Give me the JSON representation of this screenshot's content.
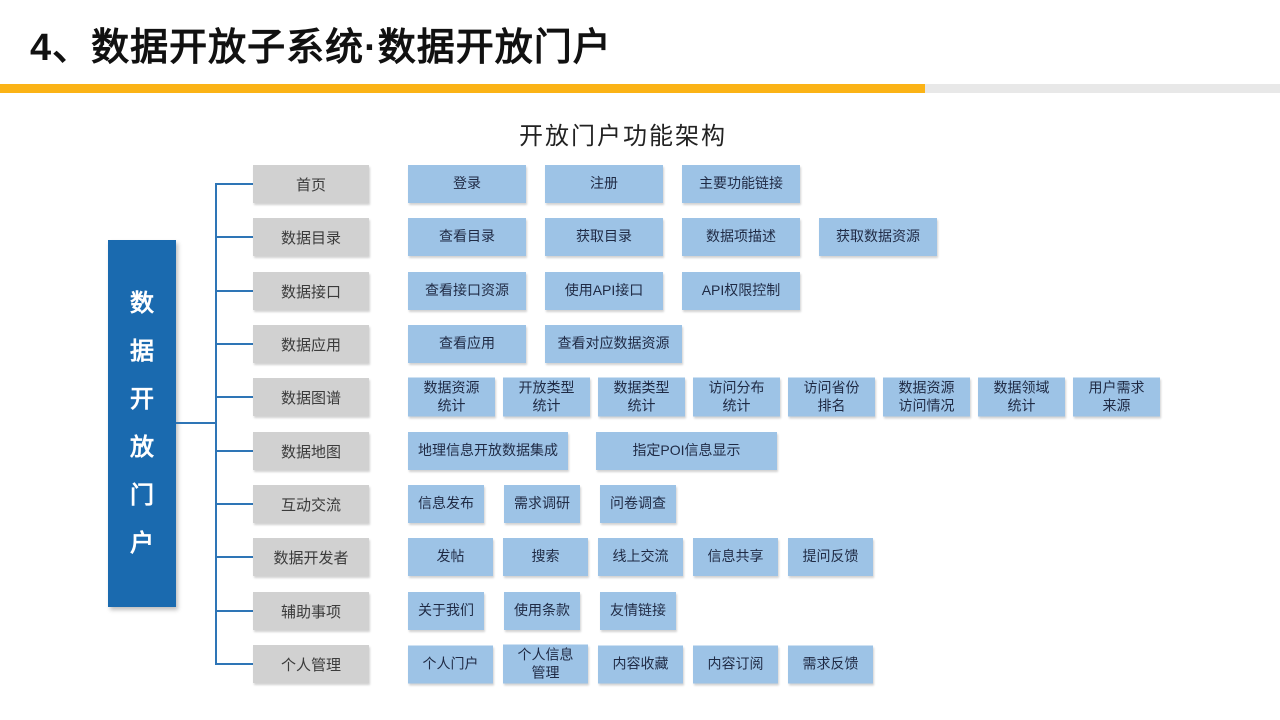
{
  "header": {
    "number": "4、",
    "title": "数据开放子系统·数据开放门户"
  },
  "accent": {
    "yellow_hex": "#FBB316",
    "gray_hex": "#E8E8E8"
  },
  "diagram": {
    "title": "开放门户功能架构",
    "root": "数据开放门户",
    "colors": {
      "root_bg": "#1A6AAF",
      "root_text": "#FFFFFF",
      "category_bg": "#D1D1D1",
      "category_text": "#3B3B3B",
      "child_bg": "#9DC3E6",
      "child_text": "#1F2A44",
      "line": "#2E75B6"
    },
    "rows": [
      {
        "category": "首页",
        "gap": 19,
        "children": [
          {
            "label": "登录",
            "w": 118
          },
          {
            "label": "注册",
            "w": 118
          },
          {
            "label": "主要功能链接",
            "w": 118
          }
        ]
      },
      {
        "category": "数据目录",
        "gap": 19,
        "children": [
          {
            "label": "查看目录",
            "w": 118
          },
          {
            "label": "获取目录",
            "w": 118
          },
          {
            "label": "数据项描述",
            "w": 118
          },
          {
            "label": "获取数据资源",
            "w": 118
          }
        ]
      },
      {
        "category": "数据接口",
        "gap": 19,
        "children": [
          {
            "label": "查看接口资源",
            "w": 118
          },
          {
            "label": "使用API接口",
            "w": 118
          },
          {
            "label": "API权限控制",
            "w": 118
          }
        ]
      },
      {
        "category": "数据应用",
        "gap": 19,
        "children": [
          {
            "label": "查看应用",
            "w": 118
          },
          {
            "label": "查看对应数据资源",
            "w": 137
          }
        ]
      },
      {
        "category": "数据图谱",
        "gap": 8,
        "children": [
          {
            "label": "数据资源\n统计",
            "w": 87
          },
          {
            "label": "开放类型\n统计",
            "w": 87
          },
          {
            "label": "数据类型\n统计",
            "w": 87
          },
          {
            "label": "访问分布\n统计",
            "w": 87
          },
          {
            "label": "访问省份\n排名",
            "w": 87
          },
          {
            "label": "数据资源\n访问情况",
            "w": 87
          },
          {
            "label": "数据领域\n统计",
            "w": 87
          },
          {
            "label": "用户需求\n来源",
            "w": 87
          }
        ]
      },
      {
        "category": "数据地图",
        "gap": 28,
        "children": [
          {
            "label": "地理信息开放数据集成",
            "w": 160
          },
          {
            "label": "指定POI信息显示",
            "w": 181
          }
        ]
      },
      {
        "category": "互动交流",
        "gap": 20,
        "children": [
          {
            "label": "信息发布",
            "w": 76
          },
          {
            "label": "需求调研",
            "w": 76
          },
          {
            "label": "问卷调查",
            "w": 76
          }
        ]
      },
      {
        "category": "数据开发者",
        "gap": 10,
        "children": [
          {
            "label": "发帖",
            "w": 85
          },
          {
            "label": "搜索",
            "w": 85
          },
          {
            "label": "线上交流",
            "w": 85
          },
          {
            "label": "信息共享",
            "w": 85
          },
          {
            "label": "提问反馈",
            "w": 85
          }
        ]
      },
      {
        "category": "辅助事项",
        "gap": 20,
        "children": [
          {
            "label": "关于我们",
            "w": 76
          },
          {
            "label": "使用条款",
            "w": 76
          },
          {
            "label": "友情链接",
            "w": 76
          }
        ]
      },
      {
        "category": "个人管理",
        "gap": 10,
        "children": [
          {
            "label": "个人门户",
            "w": 85
          },
          {
            "label": "个人信息\n管理",
            "w": 85
          },
          {
            "label": "内容收藏",
            "w": 85
          },
          {
            "label": "内容订阅",
            "w": 85
          },
          {
            "label": "需求反馈",
            "w": 85
          }
        ]
      }
    ]
  }
}
